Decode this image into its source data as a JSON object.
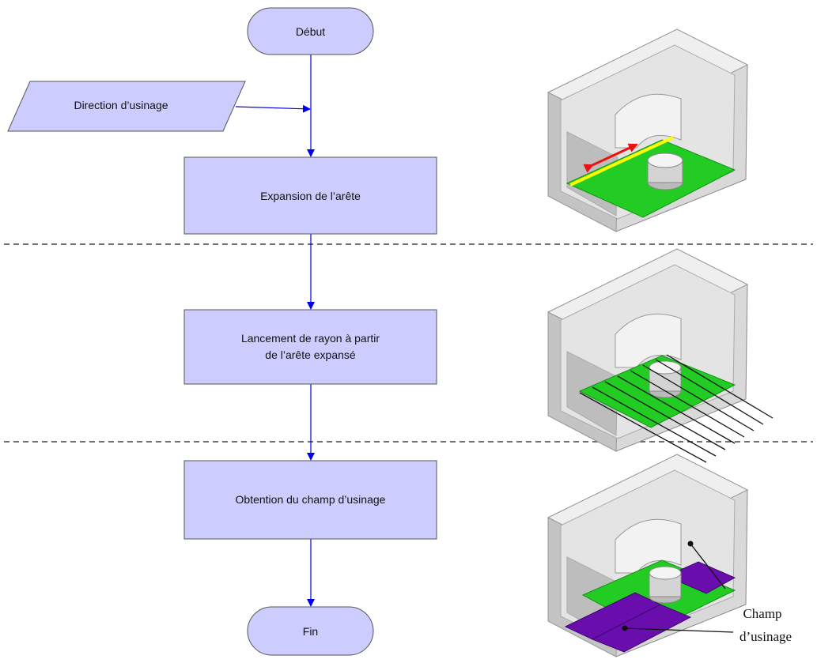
{
  "flowchart": {
    "start": "Début",
    "input": "Direction d’usinage",
    "step1": "Expansion de l’arête",
    "step2_line1": "Lancement de rayon à partir",
    "step2_line2": "de l’arête expansé",
    "step3": "Obtention du champ d’usinage",
    "end": "Fin"
  },
  "annotation": {
    "line1": "Champ",
    "line2": "d’usinage"
  },
  "colors": {
    "node_fill": "#ccccff",
    "arrow": "#0000ee",
    "part_fill": "#e0e0e0",
    "face_green": "#22cc22",
    "face_purple": "#6a0dad",
    "edge_yellow": "#ffff00",
    "double_arrow_red": "#ee1111"
  }
}
